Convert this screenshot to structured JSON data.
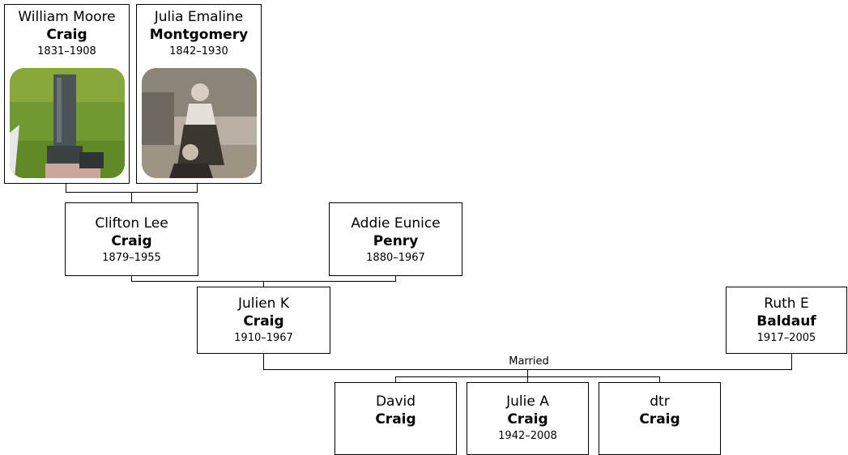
{
  "people": {
    "william": {
      "given": "William Moore",
      "surname": "Craig",
      "dates": "1831–1908",
      "photo": "gravestone-photo"
    },
    "julia": {
      "given": "Julia Emaline",
      "surname": "Montgomery",
      "dates": "1842–1930",
      "photo": "portrait-photo"
    },
    "clifton": {
      "given": "Clifton Lee",
      "surname": "Craig",
      "dates": "1879–1955"
    },
    "addie": {
      "given": "Addie Eunice",
      "surname": "Penry",
      "dates": "1880–1967"
    },
    "julien": {
      "given": "Julien K",
      "surname": "Craig",
      "dates": "1910–1967"
    },
    "ruth": {
      "given": "Ruth E",
      "surname": "Baldauf",
      "dates": "1917–2005"
    },
    "david": {
      "given": "David",
      "surname": "Craig",
      "dates": ""
    },
    "julie": {
      "given": "Julie A",
      "surname": "Craig",
      "dates": "1942–2008"
    },
    "dtr": {
      "given": "dtr",
      "surname": "Craig",
      "dates": ""
    }
  },
  "marriage": {
    "label": "Married"
  },
  "colors": {
    "line": "#000000",
    "box_border": "#000000",
    "background": "#ffffff"
  }
}
